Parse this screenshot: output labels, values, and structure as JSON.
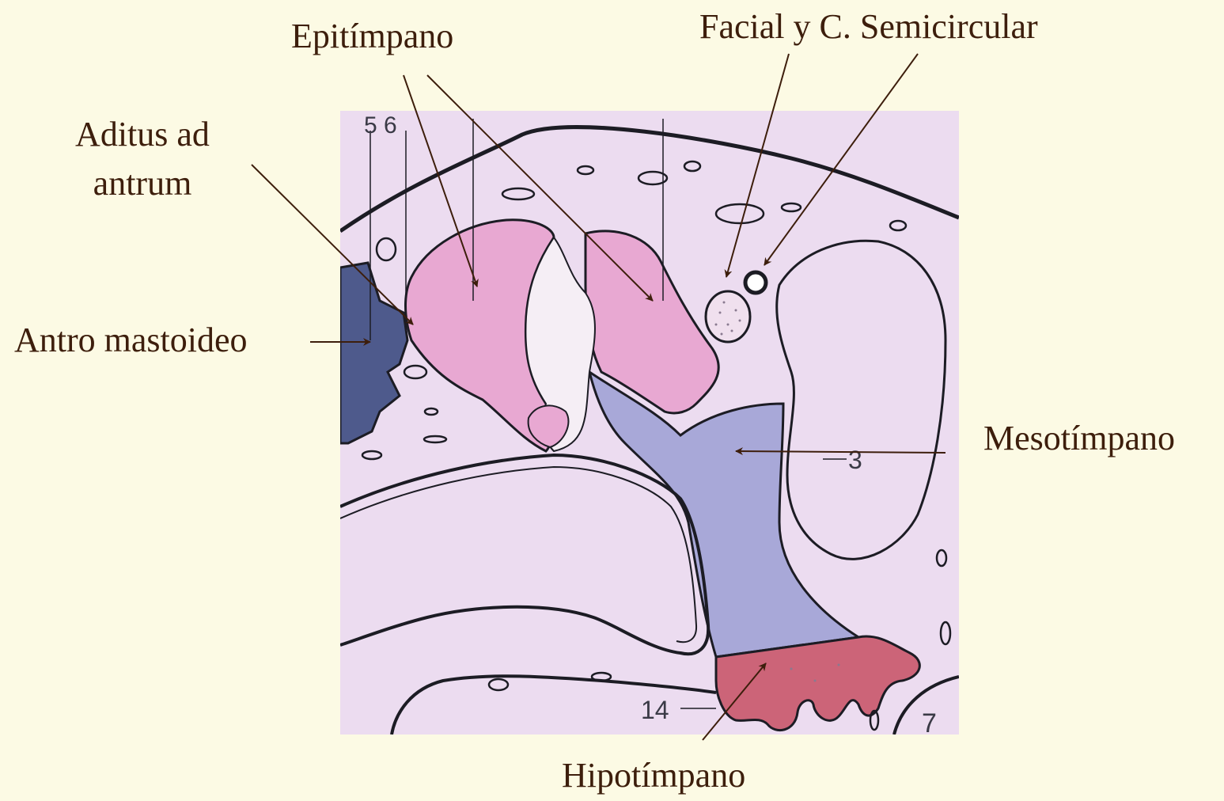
{
  "labels": {
    "epitimpano": "Epitímpano",
    "facial": "Facial y C. Semicircular",
    "aditus_line1": "Aditus ad",
    "aditus_line2": "antrum",
    "antro": "Antro mastoideo",
    "mesotimpano": "Mesotímpano",
    "hipotimpano": "Hipotímpano"
  },
  "figure_numbers": {
    "top_left": "5 6",
    "right": "3",
    "bottom": "14",
    "corner": "7"
  },
  "colors": {
    "background": "#fcfae4",
    "label_text": "#3d1e0c",
    "arrow": "#3d1e0c",
    "figure_base": "#ecdcf0",
    "epitympanum_pink": "#e8a8d2",
    "mesotympanum_blue": "#a8a8d8",
    "hypotympanum_red": "#cc6478",
    "antrum_navy": "#4e5a8c"
  }
}
